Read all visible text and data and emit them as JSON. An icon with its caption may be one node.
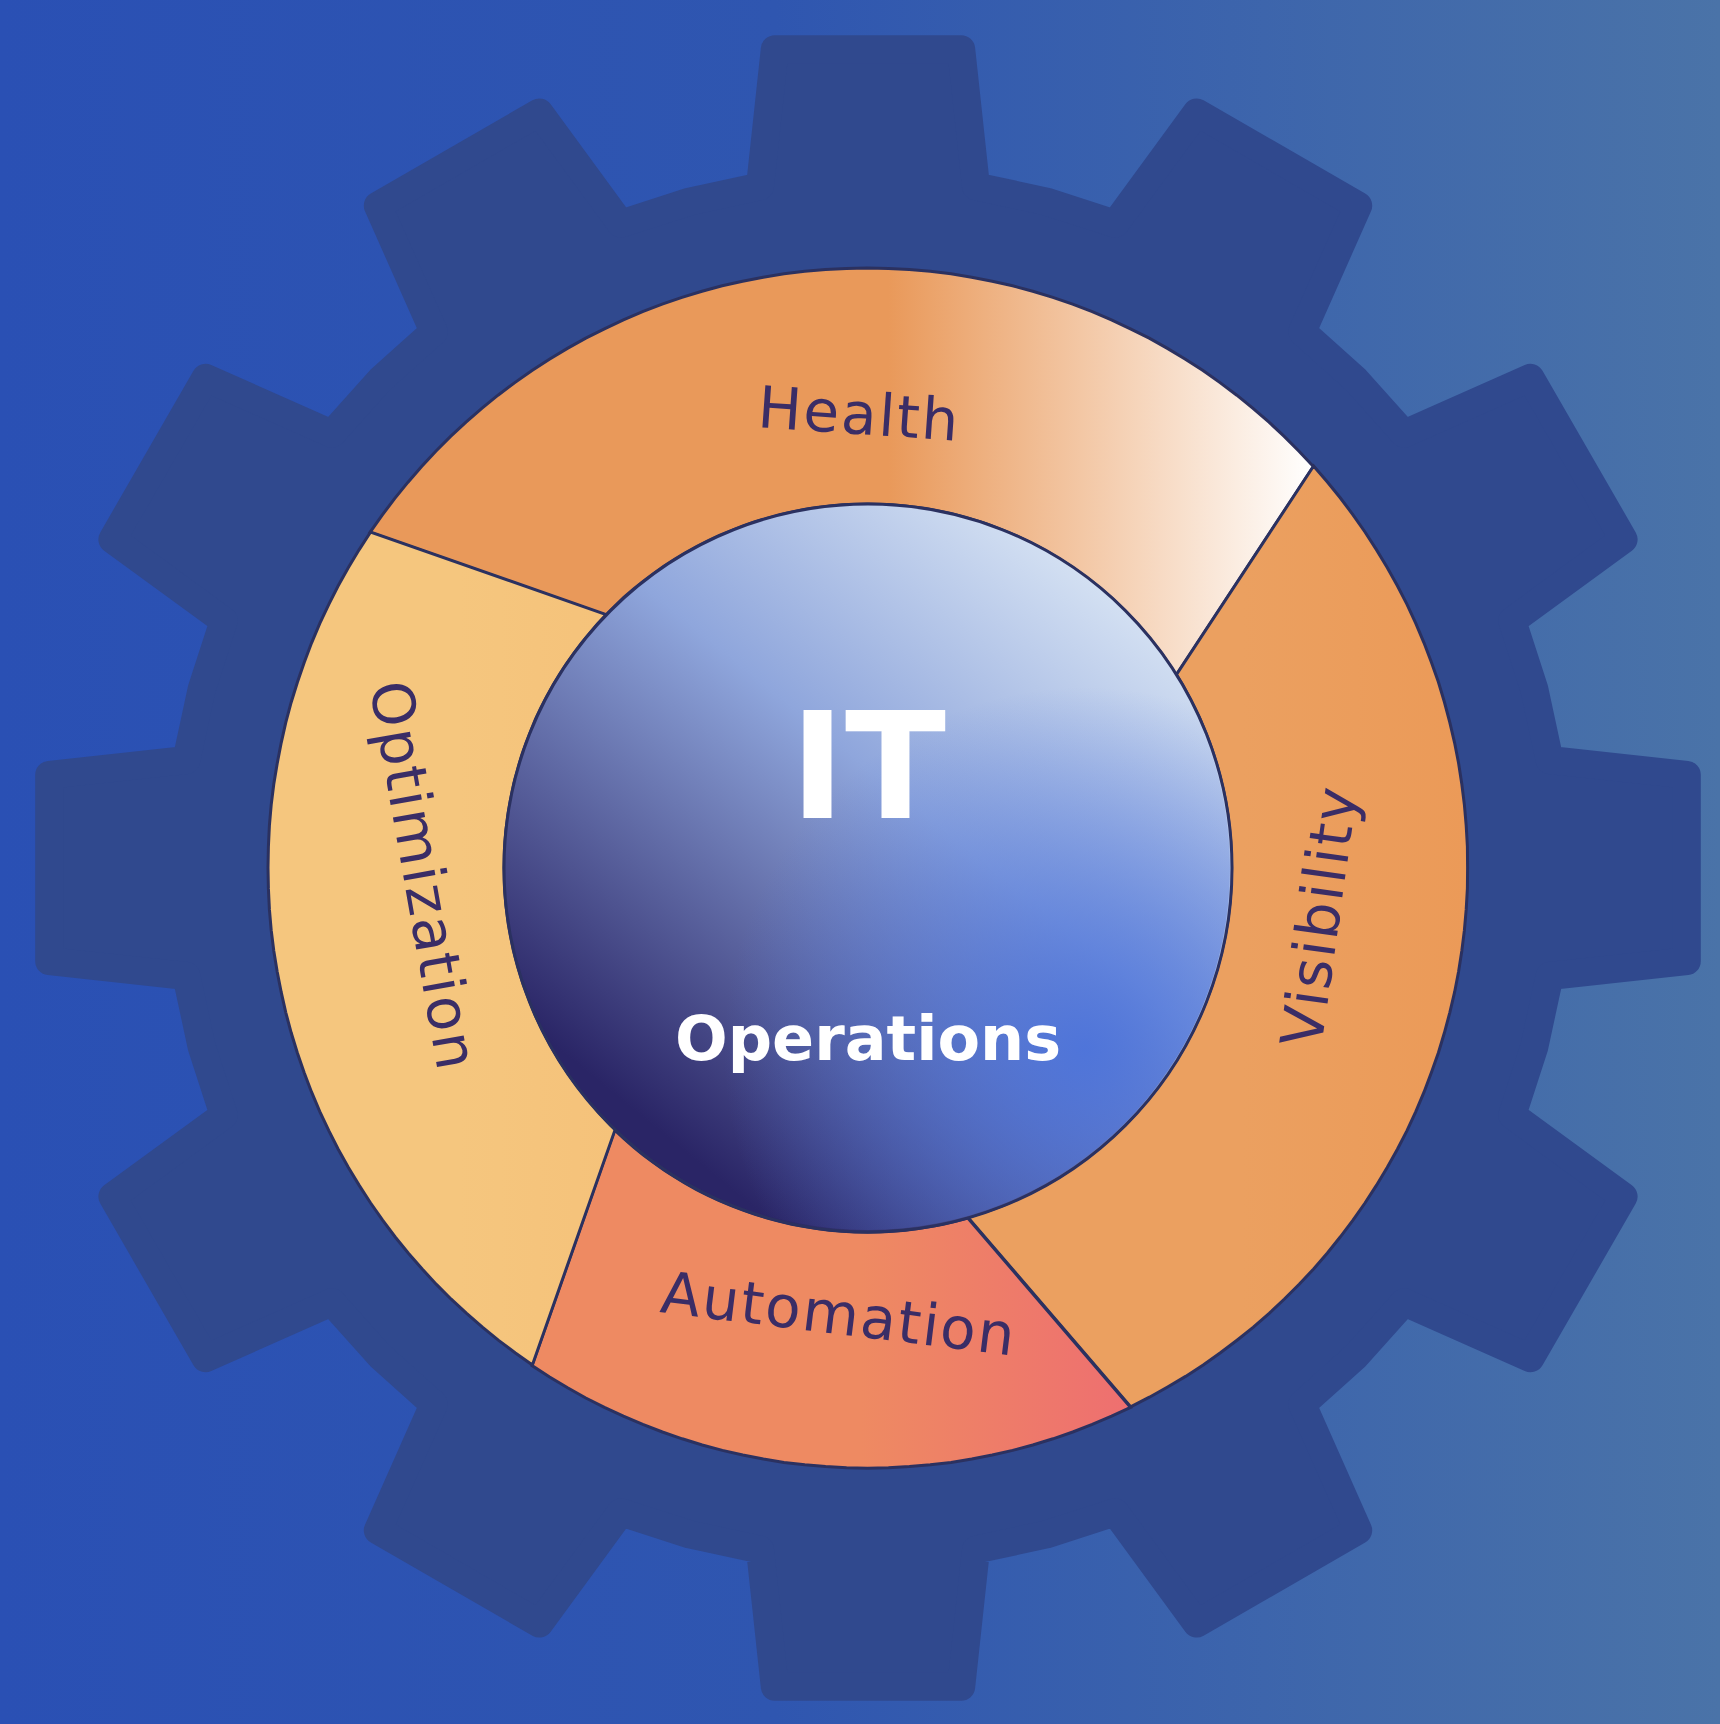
{
  "diagram": {
    "nodes": [
      {
        "text": [
          "IT",
          "Operations"
        ]
      },
      {
        "text": [
          "Health"
        ]
      },
      {
        "text": [
          "Visibility"
        ]
      },
      {
        "text": [
          "Automation"
        ]
      },
      {
        "text": [
          "Optimization"
        ]
      }
    ]
  }
}
